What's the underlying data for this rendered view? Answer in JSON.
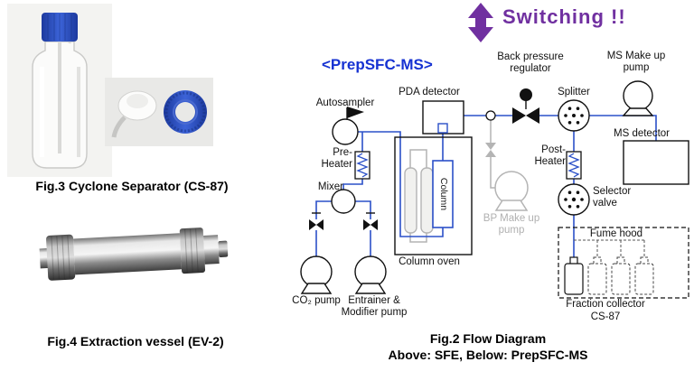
{
  "left_panel": {
    "fig3_caption": "Fig.3 Cyclone Separator (CS-87)",
    "fig4_caption": "Fig.4 Extraction vessel (EV-2)"
  },
  "header": {
    "switching_label": "Switching !!",
    "diagram_title": "<PrepSFC-MS>"
  },
  "flow_diagram": {
    "labels": {
      "autosampler": "Autosampler",
      "pda_detector": "PDA detector",
      "back_pressure_regulator": "Back pressure regulator",
      "splitter": "Splitter",
      "ms_makeup_pump": "MS Make up pump",
      "ms_detector": "MS detector",
      "pre_heater": "Pre-Heater",
      "post_heater": "Post-Heater",
      "mixer": "Mixer",
      "column": "Column",
      "column_oven": "Column oven",
      "bp_makeup_pump": "BP Make up pump",
      "selector_valve": "Selector valve",
      "fume_hood": "Fume hood",
      "co2_pump": "CO₂ pump",
      "entrainer_modifier_pump": "Entrainer & Modifier pump",
      "fraction_collector": "Fraction collector",
      "fraction_collector_model": "CS-87"
    },
    "caption_line1": "Fig.2 Flow Diagram",
    "caption_line2": "Above: SFE, Below: PrepSFC-MS"
  },
  "colors": {
    "flow_line_blue": "#2b50c8",
    "title_blue": "#1632d2",
    "switching_purple": "#7030a0",
    "inactive_gray": "#b4b4b4",
    "cap_blue": "#2a50b8"
  }
}
